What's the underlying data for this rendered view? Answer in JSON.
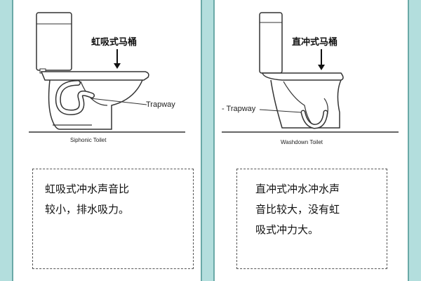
{
  "left_panel": {
    "title": "虹吸式马桶",
    "trapway_label": "Trapway",
    "caption": "Siphonic Toilet",
    "note_lines": [
      "虹吸式冲水声音比",
      "较小，排水吸力。"
    ]
  },
  "right_panel": {
    "title": "直冲式马桶",
    "trapway_label": "- Trapway",
    "caption": "Washdown Toilet",
    "note_lines": [
      "直冲式冲水冲水声",
      "音比较大，没有虹",
      "吸式冲力大。"
    ]
  },
  "colors": {
    "background": "#b3dedd",
    "panel_border": "#6aa9a7",
    "panel": "#ffffff",
    "line": "#333333"
  }
}
